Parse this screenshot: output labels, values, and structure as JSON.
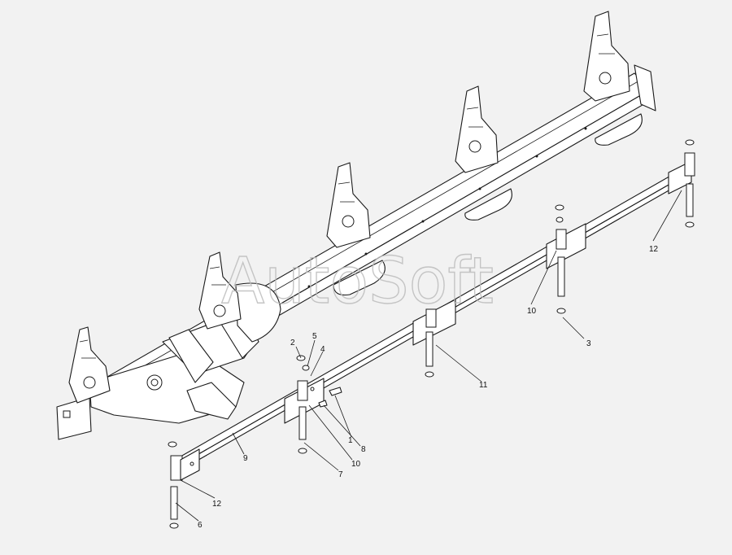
{
  "watermark": "AutoSoft",
  "callouts": [
    {
      "id": "1",
      "label": "1"
    },
    {
      "id": "2",
      "label": "2"
    },
    {
      "id": "3",
      "label": "3"
    },
    {
      "id": "4",
      "label": "4"
    },
    {
      "id": "5",
      "label": "5"
    },
    {
      "id": "6",
      "label": "6"
    },
    {
      "id": "7",
      "label": "7"
    },
    {
      "id": "8",
      "label": "8"
    },
    {
      "id": "9",
      "label": "9"
    },
    {
      "id": "10a",
      "label": "10"
    },
    {
      "id": "10b",
      "label": "10"
    },
    {
      "id": "11",
      "label": "11"
    },
    {
      "id": "12a",
      "label": "12"
    },
    {
      "id": "12b",
      "label": "12"
    }
  ]
}
